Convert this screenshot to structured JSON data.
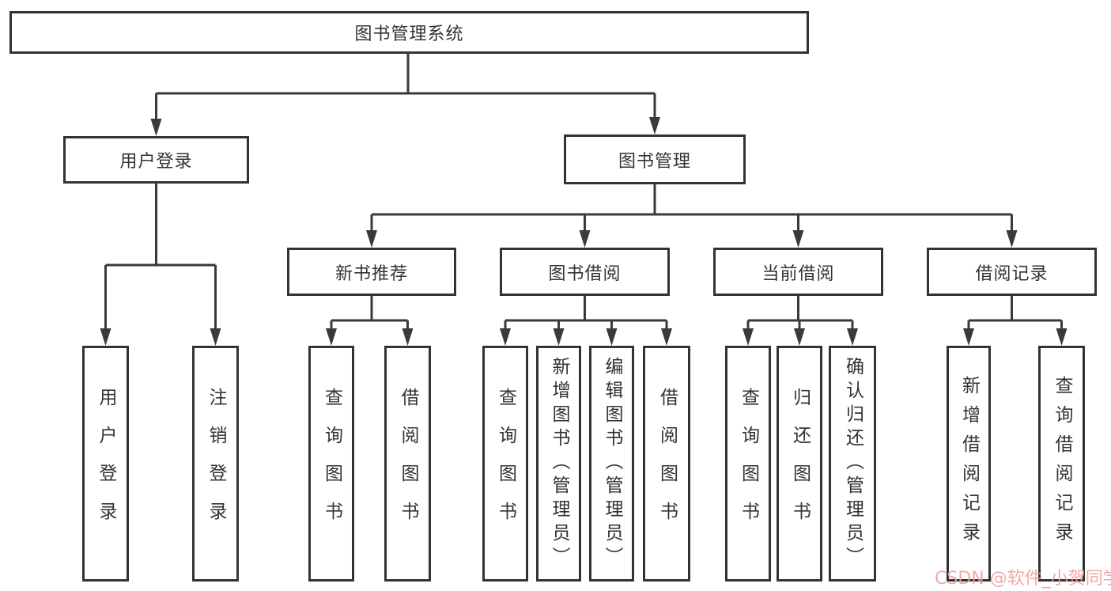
{
  "diagram_type": "hierarchy-tree",
  "colors": {
    "line": "#3a3a3a",
    "box_border": "#333333",
    "box_fill": "#ffffff",
    "text": "#333333",
    "watermark": "#f0a0a0",
    "background": "#ffffff"
  },
  "nodes": {
    "root": "图书管理系统",
    "user_login": "用户登录",
    "book_mgmt": "图书管理",
    "new_book_rec": "新书推荐",
    "book_borrow": "图书借阅",
    "current_borrow": "当前借阅",
    "borrow_records": "借阅记录",
    "ul_login": "用户登录",
    "ul_logout": "注销登录",
    "nbr_query": "查询图书",
    "nbr_borrow": "借阅图书",
    "bb_query": "查询图书",
    "bb_add": "新增图书（管理员）",
    "bb_edit": "编辑图书（管理员）",
    "bb_borrow": "借阅图书",
    "cb_query": "查询图书",
    "cb_return": "归还图书",
    "cb_confirm": "确认归还（管理员）",
    "br_add": "新增借阅记录",
    "br_query": "查询借阅记录"
  },
  "hierarchy": {
    "图书管理系统": {
      "用户登录": [
        "用户登录",
        "注销登录"
      ],
      "图书管理": {
        "新书推荐": [
          "查询图书",
          "借阅图书"
        ],
        "图书借阅": [
          "查询图书",
          "新增图书（管理员）",
          "编辑图书（管理员）",
          "借阅图书"
        ],
        "当前借阅": [
          "查询图书",
          "归还图书",
          "确认归还（管理员）"
        ],
        "借阅记录": [
          "新增借阅记录",
          "查询借阅记录"
        ]
      }
    }
  },
  "watermark": {
    "text": "CSDN @软件_小贺同学"
  }
}
